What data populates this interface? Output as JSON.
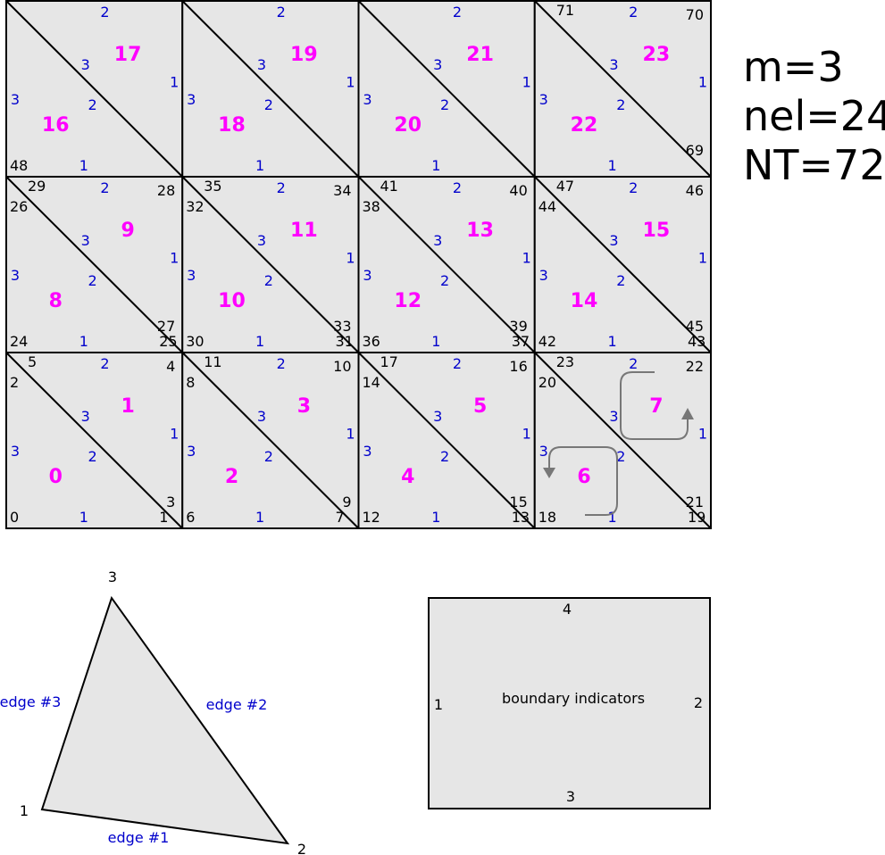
{
  "colors": {
    "fill": "#e6e6e6",
    "stroke": "#000000",
    "element_label": "#ff00ff",
    "edge_label": "#0000cc",
    "node_label": "#000000",
    "arrow": "#777777"
  },
  "info": {
    "m": "m=3",
    "nel": "nel=24",
    "nt": "NT=72"
  },
  "mesh": {
    "rows": 3,
    "cols": 4,
    "elements": [
      {
        "id": "0",
        "local_nodes": [
          "0",
          "1",
          "2"
        ],
        "edges": [
          "1",
          "2",
          "3"
        ]
      },
      {
        "id": "1",
        "local_nodes": [
          "3",
          "4",
          "5"
        ],
        "edges": [
          "1",
          "2",
          "3"
        ]
      },
      {
        "id": "2",
        "local_nodes": [
          "6",
          "7",
          "8"
        ],
        "edges": [
          "1",
          "2",
          "3"
        ]
      },
      {
        "id": "3",
        "local_nodes": [
          "9",
          "10",
          "11"
        ],
        "edges": [
          "1",
          "2",
          "3"
        ]
      },
      {
        "id": "4",
        "local_nodes": [
          "12",
          "13",
          "14"
        ],
        "edges": [
          "1",
          "2",
          "3"
        ]
      },
      {
        "id": "5",
        "local_nodes": [
          "15",
          "16",
          "17"
        ],
        "edges": [
          "1",
          "2",
          "3"
        ]
      },
      {
        "id": "6",
        "local_nodes": [
          "18",
          "19",
          "20"
        ],
        "edges": [
          "1",
          "2",
          "3"
        ]
      },
      {
        "id": "7",
        "local_nodes": [
          "21",
          "22",
          "23"
        ],
        "edges": [
          "1",
          "2",
          "3"
        ]
      },
      {
        "id": "8",
        "local_nodes": [
          "24",
          "25",
          "26"
        ],
        "edges": [
          "1",
          "2",
          "3"
        ]
      },
      {
        "id": "9",
        "local_nodes": [
          "27",
          "28",
          "29"
        ],
        "edges": [
          "1",
          "2",
          "3"
        ]
      },
      {
        "id": "10",
        "local_nodes": [
          "30",
          "31",
          "32"
        ],
        "edges": [
          "1",
          "2",
          "3"
        ]
      },
      {
        "id": "11",
        "local_nodes": [
          "33",
          "34",
          "35"
        ],
        "edges": [
          "1",
          "2",
          "3"
        ]
      },
      {
        "id": "12",
        "local_nodes": [
          "36",
          "37",
          "38"
        ],
        "edges": [
          "1",
          "2",
          "3"
        ]
      },
      {
        "id": "13",
        "local_nodes": [
          "39",
          "40",
          "41"
        ],
        "edges": [
          "1",
          "2",
          "3"
        ]
      },
      {
        "id": "14",
        "local_nodes": [
          "42",
          "43",
          "44"
        ],
        "edges": [
          "1",
          "2",
          "3"
        ]
      },
      {
        "id": "15",
        "local_nodes": [
          "45",
          "46",
          "47"
        ],
        "edges": [
          "1",
          "2",
          "3"
        ]
      },
      {
        "id": "16",
        "local_nodes": [
          "48",
          "",
          ""
        ],
        "edges": [
          "1",
          "2",
          "3"
        ]
      },
      {
        "id": "17",
        "local_nodes": [
          "",
          "",
          ""
        ],
        "edges": [
          "1",
          "2",
          "3"
        ]
      },
      {
        "id": "18",
        "local_nodes": [
          "",
          "",
          ""
        ],
        "edges": [
          "1",
          "2",
          "3"
        ]
      },
      {
        "id": "19",
        "local_nodes": [
          "",
          "",
          ""
        ],
        "edges": [
          "1",
          "2",
          "3"
        ]
      },
      {
        "id": "20",
        "local_nodes": [
          "",
          "",
          ""
        ],
        "edges": [
          "1",
          "2",
          "3"
        ]
      },
      {
        "id": "21",
        "local_nodes": [
          "",
          "",
          ""
        ],
        "edges": [
          "1",
          "2",
          "3"
        ]
      },
      {
        "id": "22",
        "local_nodes": [
          "",
          "",
          ""
        ],
        "edges": [
          "1",
          "2",
          "3"
        ]
      },
      {
        "id": "23",
        "local_nodes": [
          "69",
          "70",
          "71"
        ],
        "edges": [
          "1",
          "2",
          "3"
        ]
      }
    ]
  },
  "reference_triangle": {
    "vertices": [
      "1",
      "2",
      "3"
    ],
    "edges": [
      "edge #1",
      "edge #2",
      "edge #3"
    ]
  },
  "boundary": {
    "title": "boundary indicators",
    "left": "1",
    "right": "2",
    "bottom": "3",
    "top": "4"
  }
}
